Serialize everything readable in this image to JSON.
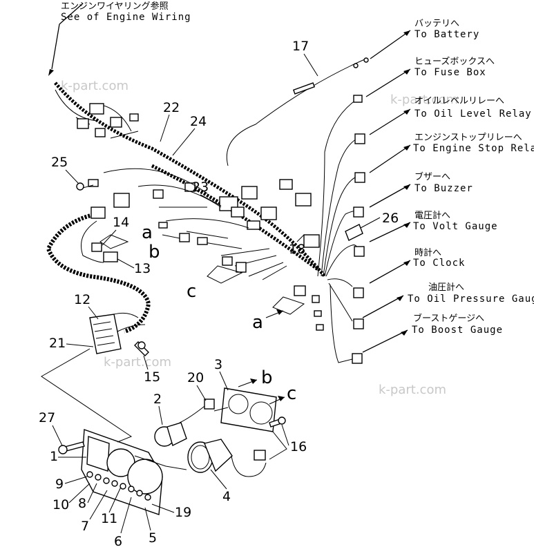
{
  "diagram": {
    "destinations": [
      {
        "jp": "エンジンワイヤリング参照",
        "en": "See of Engine Wiring"
      },
      {
        "jp": "バッテリへ",
        "en": "To Battery"
      },
      {
        "jp": "ヒューズボックスへ",
        "en": "To Fuse Box"
      },
      {
        "jp": "オイルレベルリレーへ",
        "en": "To Oil Level Relay"
      },
      {
        "jp": "エンジンストップリレーへ",
        "en": "To Engine Stop Relay"
      },
      {
        "jp": "ブザーへ",
        "en": "To Buzzer"
      },
      {
        "jp": "電圧計へ",
        "en": "To Volt Gauge"
      },
      {
        "jp": "時計へ",
        "en": "To Clock"
      },
      {
        "jp": "油圧計へ",
        "en": "To Oil Pressure Gauge"
      },
      {
        "jp": "ブーストゲージへ",
        "en": "To Boost Gauge"
      }
    ],
    "part_numbers": [
      "1",
      "2",
      "3",
      "4",
      "5",
      "6",
      "7",
      "8",
      "9",
      "10",
      "11",
      "12",
      "13",
      "14",
      "15",
      "16",
      "17",
      "18",
      "19",
      "20",
      "21",
      "22",
      "23",
      "24",
      "25",
      "26",
      "27"
    ],
    "connection_letters": [
      "a",
      "b",
      "c"
    ],
    "watermark": "k-part.com"
  }
}
